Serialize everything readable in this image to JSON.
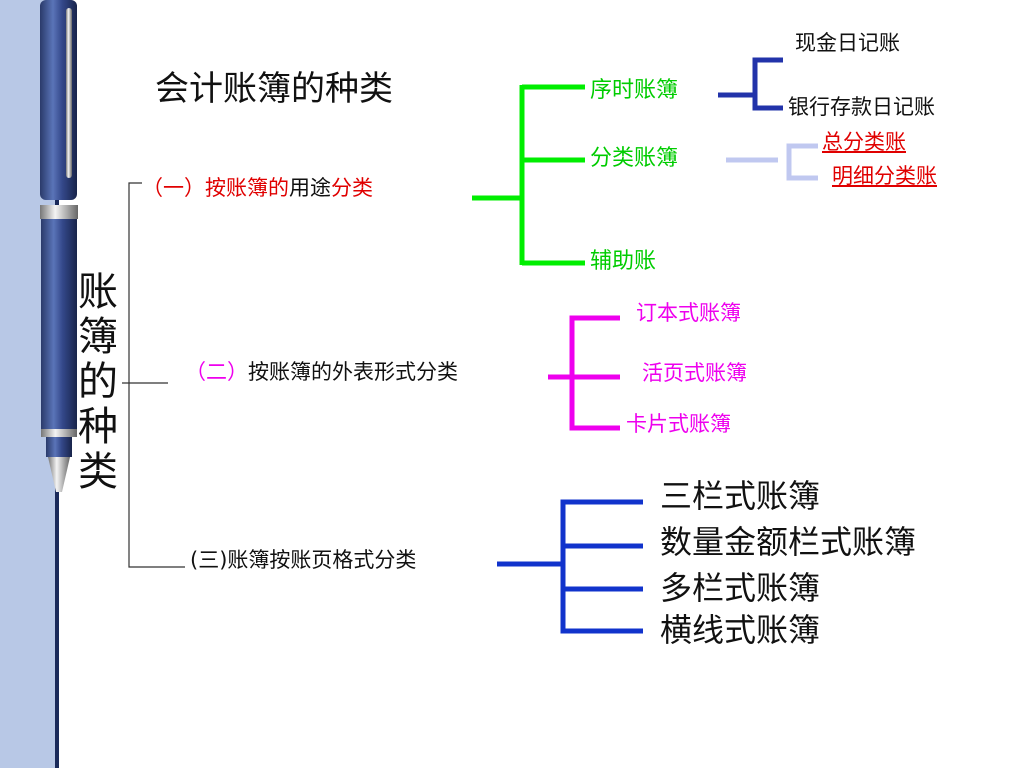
{
  "title": "会计账簿的种类",
  "vertical_title": "账簿的种类",
  "group1": {
    "prefix": "（一）",
    "red_part": "按账簿的",
    "mid": "用途",
    "suffix": "分类",
    "items": [
      "序时账簿",
      "分类账簿",
      "辅助账"
    ],
    "sequential_items": [
      "现金日记账",
      "银行存款日记账"
    ],
    "ledger_items": [
      "总分类账",
      "明细分类账"
    ]
  },
  "group2": {
    "prefix": "（二）",
    "label": "按账簿的外表形式分类",
    "items": [
      "订本式账簿",
      "活页式账簿",
      "卡片式账簿"
    ]
  },
  "group3": {
    "label": "(三)账簿按账页格式分类",
    "items": [
      "三栏式账簿",
      "数量金额栏式账簿",
      "多栏式账簿",
      "横线式账簿"
    ]
  },
  "colors": {
    "green": "#00ee00",
    "blue_dark": "#2233aa",
    "lavender": "#c0c8f0",
    "magenta": "#ee00ee",
    "blue": "#1133cc",
    "red": "#e00000"
  },
  "icons": [
    "pen-icon"
  ]
}
